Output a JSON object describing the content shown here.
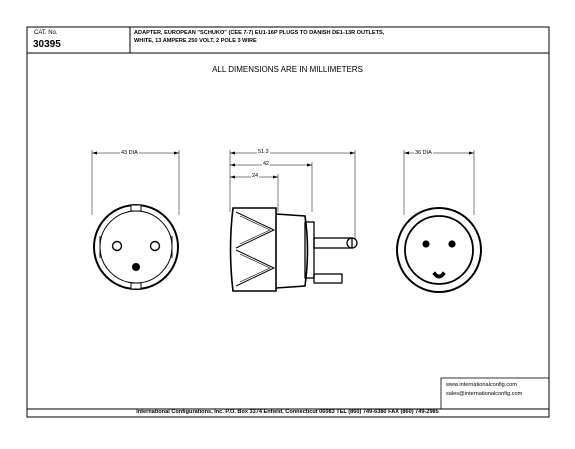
{
  "header": {
    "cat_label": "CAT. No.",
    "cat_number": "30395",
    "title_line1": "ADAPTER, EUROPEAN \"SCHUKO\" (CEE 7-7) EU1-16P PLUGS TO DANISH DE1-13R OUTLETS,",
    "title_line2": "WHITE, 13 AMPERE 250 VOLT, 2 POLE 3 WIRE"
  },
  "drawing": {
    "heading": "ALL DIMENSIONS ARE IN MILLIMETERS",
    "dim_front_plug": "43 DIA",
    "dim_side_total": "51.3",
    "dim_side_body": "42",
    "dim_side_part": "24",
    "dim_front_outlet": "36 DIA"
  },
  "contact": {
    "website": "www.internationalconfig.com",
    "email": "sales@internationalconfig.com"
  },
  "footer": {
    "company_line": "International Configurations, Inc.  P.O. Box 3374  Enfield, Connecticut 06083 TEL (860) 749-6380  FAX (860) 749-2985"
  }
}
